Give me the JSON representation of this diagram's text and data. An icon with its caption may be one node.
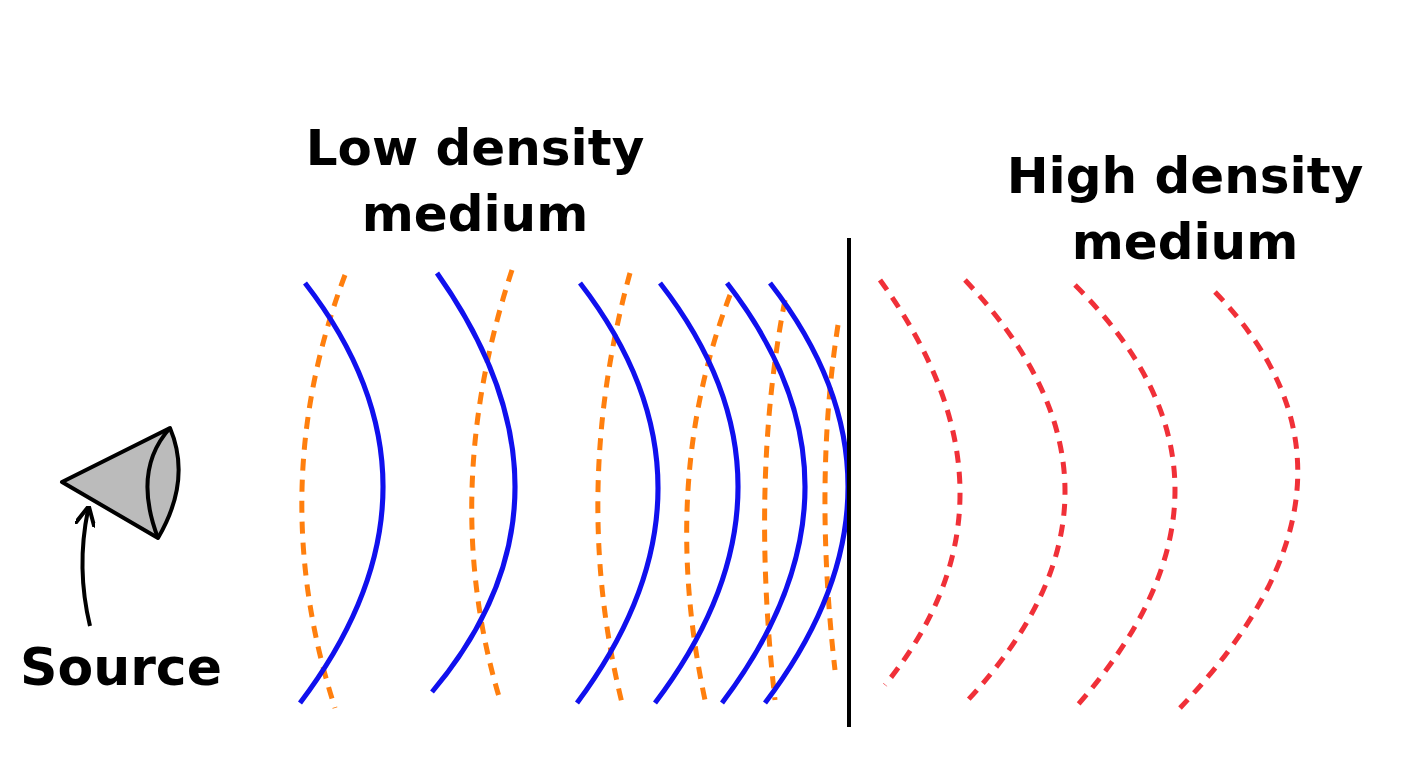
{
  "diagram": {
    "nodes": [
      {
        "text": [
          "Source"
        ]
      },
      {
        "text": [],
        "shape": "cone"
      }
    ],
    "edges": [
      {
        "from": 0,
        "to": 1,
        "arrow": "to"
      }
    ],
    "labels": [
      "Low density medium",
      "High density medium"
    ]
  }
}
